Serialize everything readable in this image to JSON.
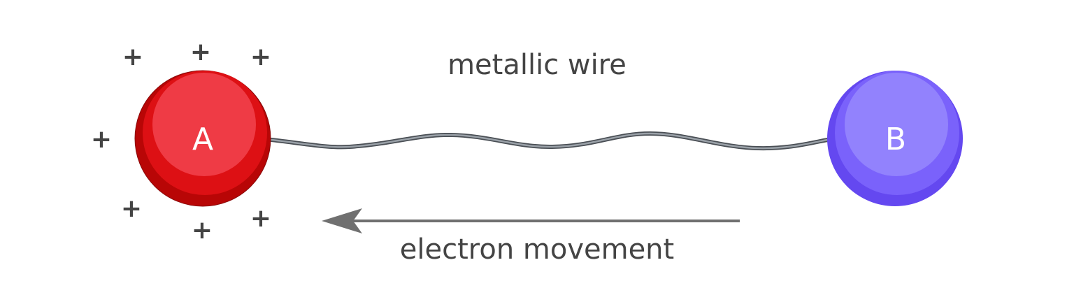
{
  "labels": {
    "wire": "metallic wire",
    "electron_movement": "electron movement"
  },
  "spheres": [
    {
      "letter": "A",
      "charge": "positive",
      "colors": {
        "outer": "#b80606",
        "mid": "#dd1014",
        "inner": "#ef3b45"
      }
    },
    {
      "letter": "B",
      "charge": "neutral",
      "colors": {
        "outer": "#6448f0",
        "mid": "#7a62fb",
        "inner": "#9282fd"
      }
    }
  ],
  "plus_sign": "+",
  "colors": {
    "text": "#444444",
    "arrow": "#707070",
    "wire": "#8a9097"
  }
}
